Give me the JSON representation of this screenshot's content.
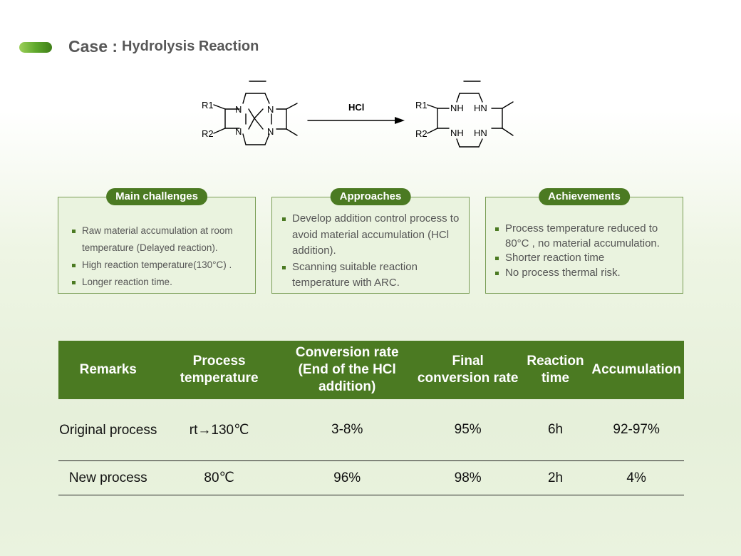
{
  "header": {
    "title": "Case :",
    "subtitle": "Hydrolysis Reaction"
  },
  "reaction": {
    "reagent": "HCl",
    "reactant_labels": [
      "R1",
      "R2",
      "N",
      "N",
      "N",
      "N"
    ],
    "product_labels": [
      "R1",
      "R2",
      "NH",
      "HN",
      "NH",
      "HN"
    ]
  },
  "boxes": [
    {
      "title": "Main challenges",
      "items": [
        "Raw material accumulation at room temperature (Delayed reaction).",
        "High reaction temperature(130°C) .",
        "Longer reaction time."
      ]
    },
    {
      "title": "Approaches",
      "items": [
        "Develop addition control process to avoid material accumulation (HCl addition).",
        "Scanning suitable reaction temperature with ARC."
      ]
    },
    {
      "title": "Achievements",
      "items": [
        "Process temperature reduced to 80°C , no material accumulation.",
        "Shorter reaction time",
        "No process thermal risk."
      ]
    }
  ],
  "table": {
    "headers": [
      "Remarks",
      "Process temperature",
      "Conversion rate (End of the HCl addition)",
      "Final conversion rate",
      "Reaction time",
      "Accumulation"
    ],
    "rows": [
      [
        "Original process",
        "rt→130℃",
        "3-8%",
        "95%",
        "6h",
        "92-97%"
      ],
      [
        "New process",
        "80℃",
        "96%",
        "98%",
        "2h",
        "4%"
      ]
    ]
  },
  "colors": {
    "accent": "#4b7a22",
    "pill_light": "#9dd05a",
    "text_gray": "#555555"
  }
}
